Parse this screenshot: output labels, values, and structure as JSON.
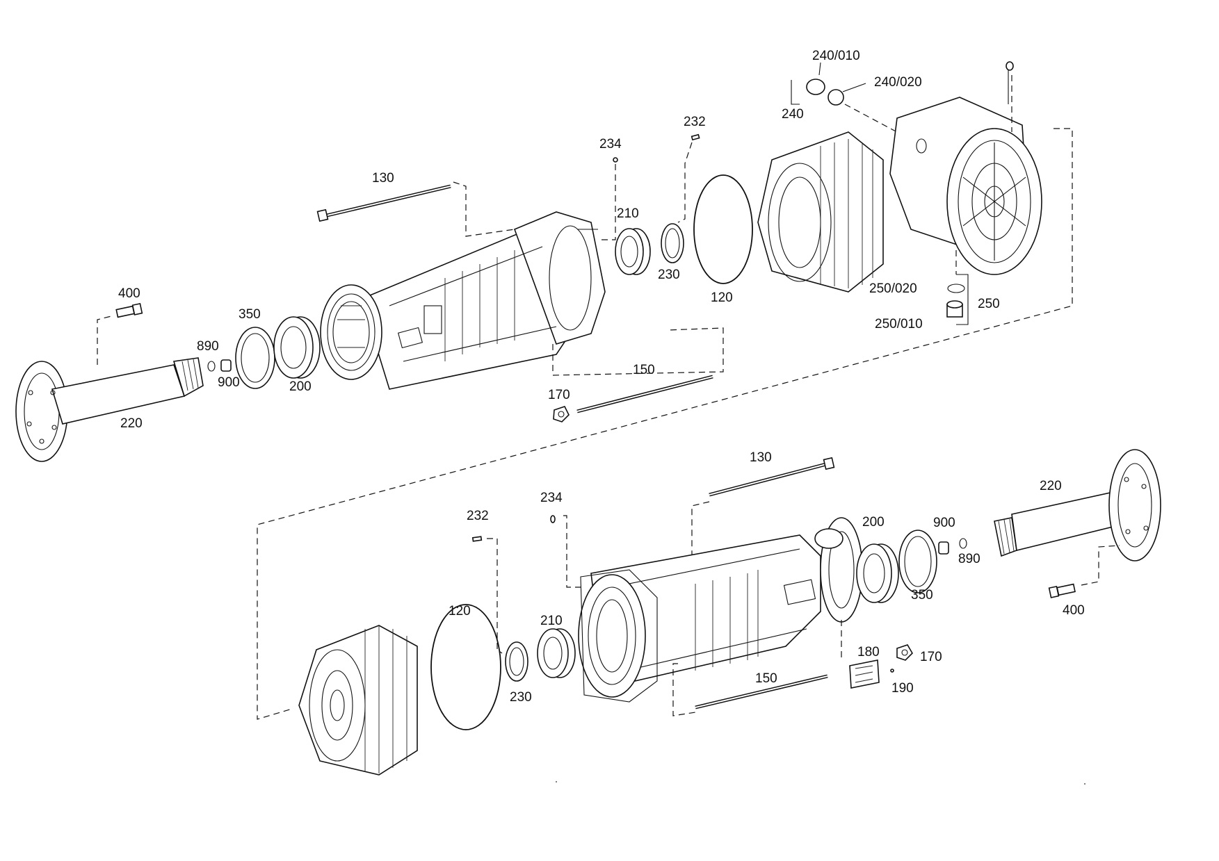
{
  "labels": {
    "upper": {
      "p130": "130",
      "p234": "234",
      "p232": "232",
      "p210": "210",
      "p230": "230",
      "p120": "120",
      "p240": "240",
      "p240_010": "240/010",
      "p240_020": "240/020",
      "p250": "250",
      "p250_010": "250/010",
      "p250_020": "250/020",
      "p400": "400",
      "p350": "350",
      "p890": "890",
      "p900": "900",
      "p200": "200",
      "p220": "220",
      "p170": "170",
      "p150": "150"
    },
    "lower": {
      "p130": "130",
      "p234": "234",
      "p232": "232",
      "p220": "220",
      "p200": "200",
      "p900": "900",
      "p890": "890",
      "p350": "350",
      "p400": "400",
      "p120": "120",
      "p210": "210",
      "p230": "230",
      "p180": "180",
      "p170": "170",
      "p190": "190",
      "p150": "150"
    }
  }
}
